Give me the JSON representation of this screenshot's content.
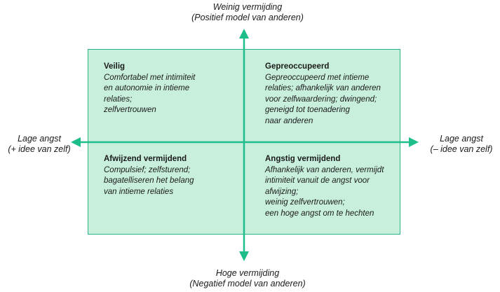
{
  "axis_labels": {
    "top": [
      "Weinig vermijding",
      "(Positief model van anderen)"
    ],
    "bottom": [
      "Hoge vermijding",
      "(Negatief model van anderen)"
    ],
    "left": [
      "Lage angst",
      "(+ idee van zelf)"
    ],
    "right": [
      "Lage angst",
      "(– idee van zelf)"
    ]
  },
  "quadrants": {
    "top_left": {
      "title": "Veilig",
      "lines": [
        "Comfortabel met intimiteit",
        "en autonomie in intieme",
        "relaties;",
        "zelfvertrouwen"
      ]
    },
    "top_right": {
      "title": "Gepreoccupeerd",
      "lines": [
        "Gepreoccupeerd met intieme",
        "relaties; afhankelijk van anderen",
        "voor zelfwaardering; dwingend;",
        "geneigd tot toenadering",
        "naar anderen"
      ]
    },
    "bottom_left": {
      "title": "Afwijzend vermijdend",
      "lines": [
        "Compulsief; zelfsturend;",
        "bagatelliseren het belang",
        "van intieme relaties"
      ]
    },
    "bottom_right": {
      "title": "Angstig vermijdend",
      "lines": [
        "Afhankelijk van anderen, vermijdt",
        "intimiteit vanuit de angst voor",
        "afwijzing;",
        "weinig zelfvertrouwen;",
        "een hoge angst om te hechten"
      ]
    }
  },
  "colors": {
    "accent": "#1dbd8c",
    "fill": "#c8efdc",
    "border": "#27b787"
  }
}
